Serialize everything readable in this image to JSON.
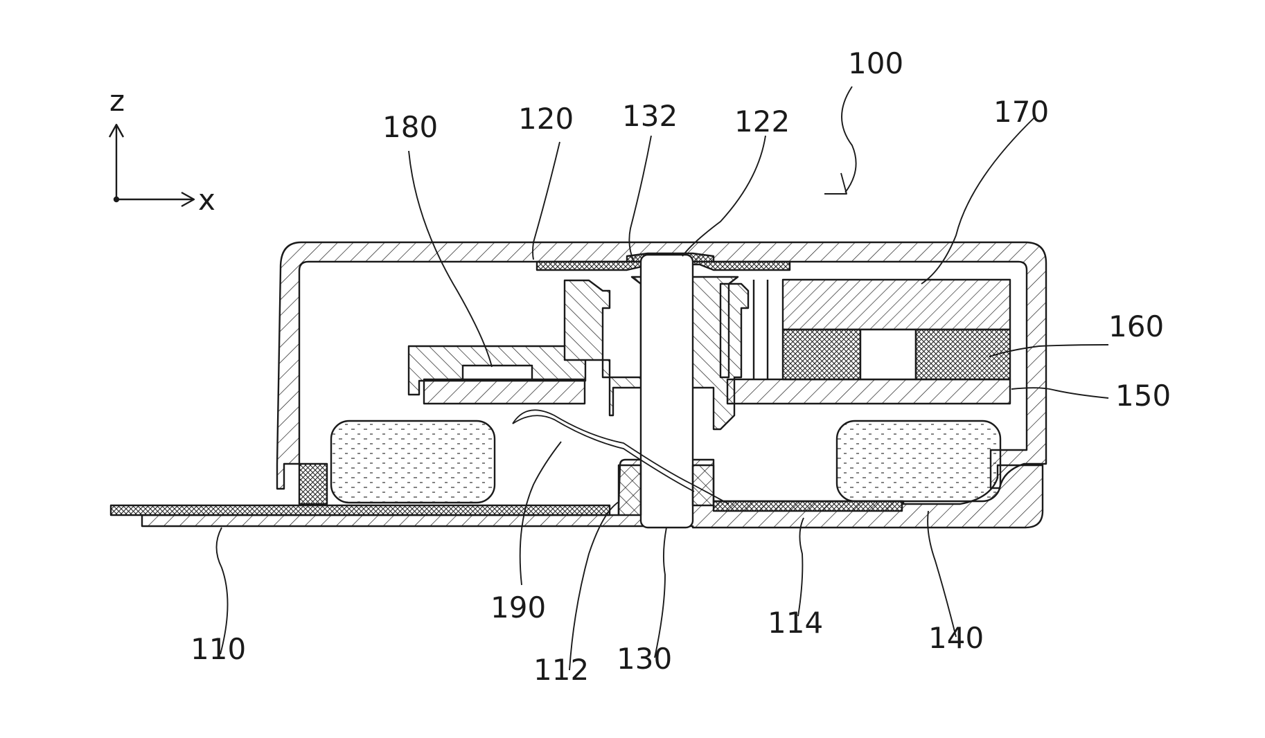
{
  "axes": {
    "vertical": "z",
    "horizontal": "x"
  },
  "labels": {
    "l100": "100",
    "l110": "110",
    "l112": "112",
    "l114": "114",
    "l120": "120",
    "l122": "122",
    "l130": "130",
    "l132": "132",
    "l140": "140",
    "l150": "150",
    "l160": "160",
    "l170": "170",
    "l180": "180",
    "l190": "190"
  },
  "colors": {
    "line": "#1a1a1a",
    "background": "#ffffff"
  }
}
